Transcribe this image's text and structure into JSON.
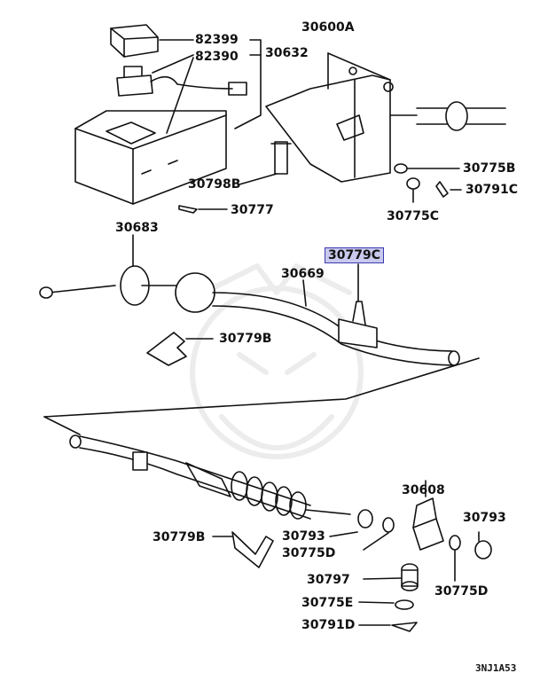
{
  "labels": {
    "p82399": "82399",
    "p82390": "82390",
    "p30632": "30632",
    "p30600A": "30600A",
    "p30798B": "30798B",
    "p30777": "30777",
    "p30775B": "30775B",
    "p30791C": "30791C",
    "p30775C": "30775C",
    "p30683": "30683",
    "p30779C": "30779C",
    "p30669": "30669",
    "p30779B_top": "30779B",
    "p30608": "30608",
    "p30793_right": "30793",
    "p30779B_bottom": "30779B",
    "p30793_left": "30793",
    "p30775D_left": "30775D",
    "p30797": "30797",
    "p30775D_right": "30775D",
    "p30775E": "30775E",
    "p30791D": "30791D"
  },
  "diagram_code": "3NJ1A53",
  "highlight_color": "#c9c9ee"
}
